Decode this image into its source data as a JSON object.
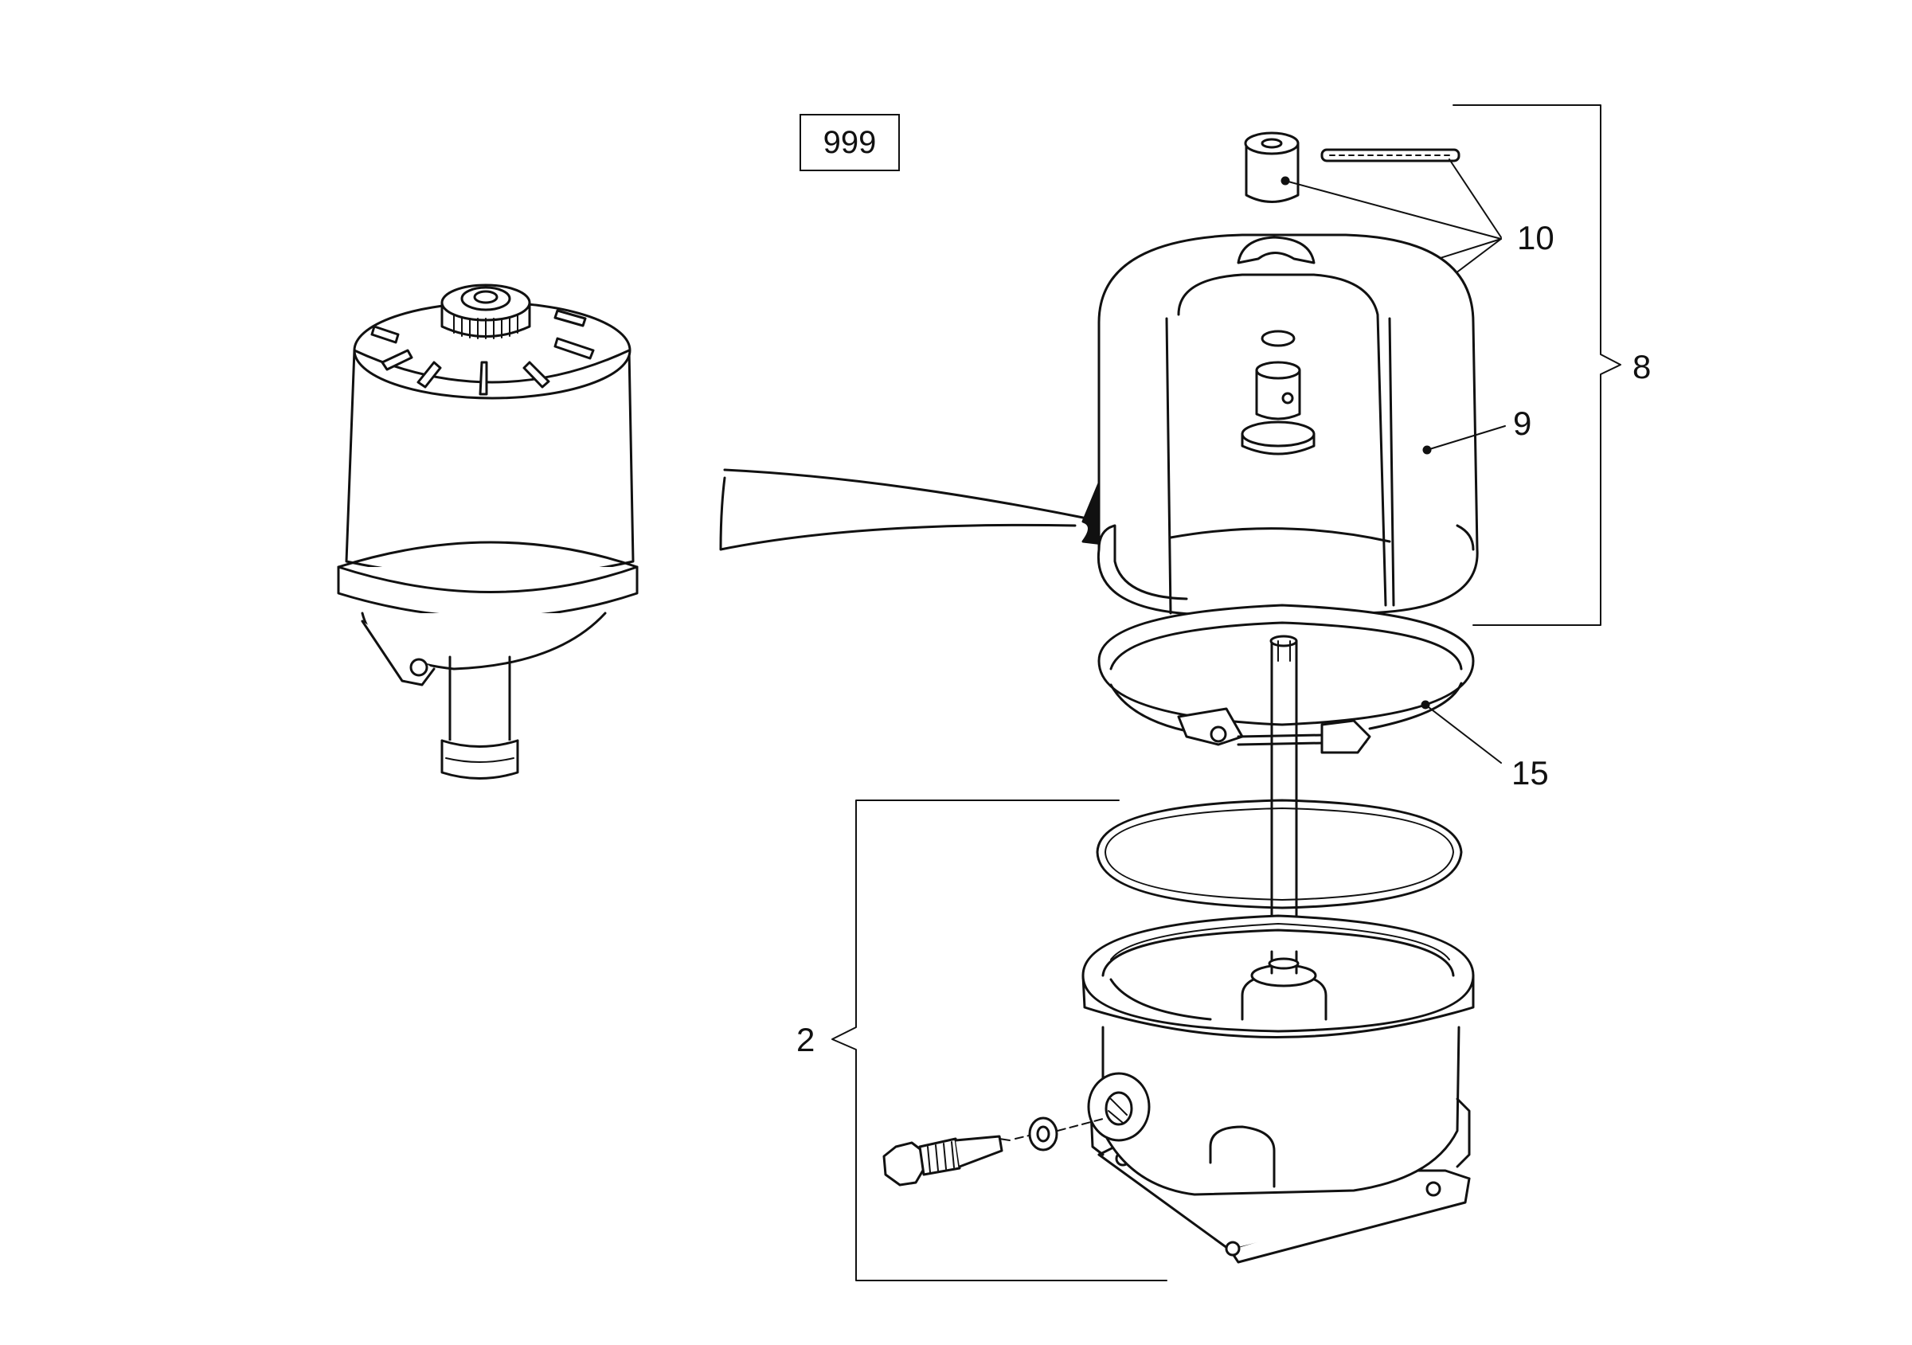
{
  "diagram": {
    "reference_box": "999",
    "callouts": [
      {
        "id": "c10",
        "label": "10",
        "part": "pin-and-sleeve-set"
      },
      {
        "id": "c8",
        "label": "8",
        "part": "cover-assembly"
      },
      {
        "id": "c9",
        "label": "9",
        "part": "cover-bowl"
      },
      {
        "id": "c15",
        "label": "15",
        "part": "clamp-band"
      },
      {
        "id": "c2",
        "label": "2",
        "part": "base-housing-assembly"
      }
    ]
  },
  "colors": {
    "line": "#111111",
    "background": "#ffffff"
  }
}
